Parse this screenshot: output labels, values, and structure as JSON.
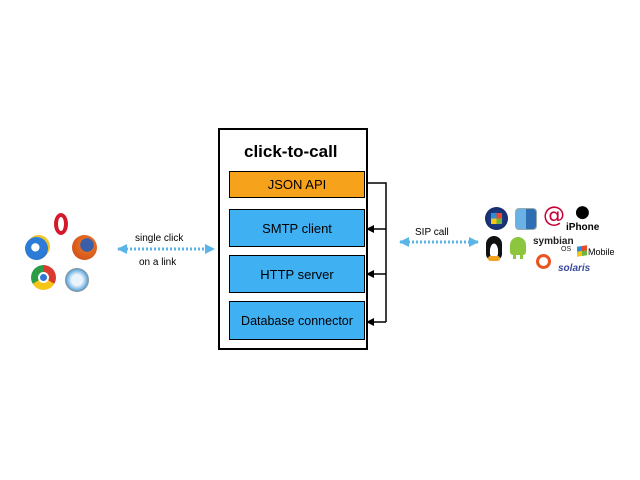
{
  "diagram": {
    "title": "click-to-call",
    "modules": {
      "json_api": "JSON API",
      "smtp_client": "SMTP client",
      "http_server": "HTTP server",
      "database_connector": "Database connector"
    },
    "left_link": {
      "line1": "single click",
      "line2": "on a link"
    },
    "right_link": {
      "label": "SIP call"
    },
    "platform_labels": {
      "iphone": "iPhone",
      "symbian": "symbian",
      "symbian_os": "OS",
      "windows_mobile": "Mobile",
      "solaris": "solaris"
    },
    "colors": {
      "json_api_fill": "#f7a21b",
      "module_fill": "#3fb0f2",
      "link_arrow": "#5ab4e8"
    },
    "icons": {
      "browsers": [
        "opera-icon",
        "internet-explorer-icon",
        "firefox-icon",
        "chrome-icon",
        "safari-icon"
      ],
      "platforms": [
        "windows-icon",
        "mac-os-icon",
        "debian-icon",
        "apple-icon",
        "linux-tux-icon",
        "android-icon",
        "symbian-icon",
        "windows-mobile-icon",
        "ubuntu-icon",
        "solaris-icon"
      ]
    }
  }
}
